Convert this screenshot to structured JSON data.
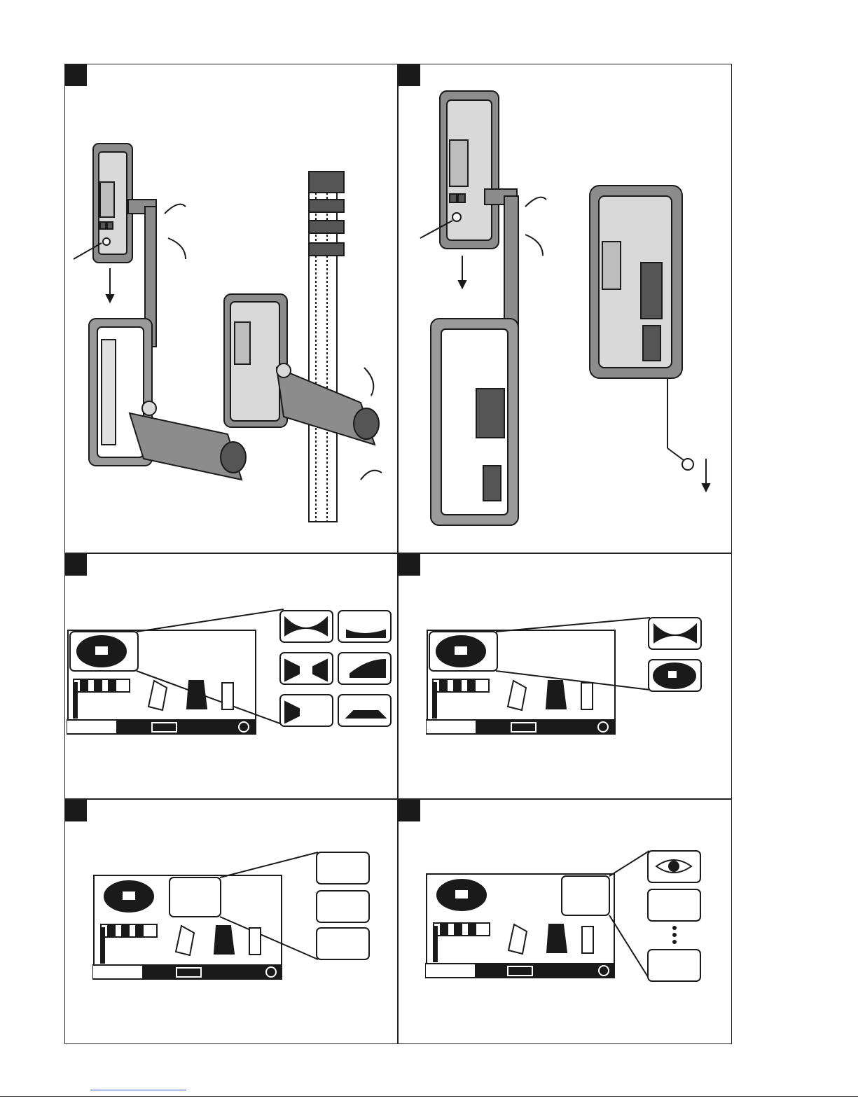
{
  "document": {
    "type": "instruction-manual-illustration-page",
    "panels": [
      {
        "id": "panel-1",
        "content": "receiver-and-holder-on-staff"
      },
      {
        "id": "panel-2",
        "content": "receiver-and-holder-with-line"
      },
      {
        "id": "panel-3",
        "content": "display-arrow-indicators"
      },
      {
        "id": "panel-4",
        "content": "display-double-indicators"
      },
      {
        "id": "panel-5",
        "content": "display-three-options"
      },
      {
        "id": "panel-6",
        "content": "display-eye-options"
      }
    ]
  },
  "colors": {
    "ink": "#1a1a1a",
    "device_gray": "#8c8c8c",
    "device_dark": "#3c3c3c",
    "device_light": "#d9d9d9",
    "link": "#3a5bd9"
  }
}
